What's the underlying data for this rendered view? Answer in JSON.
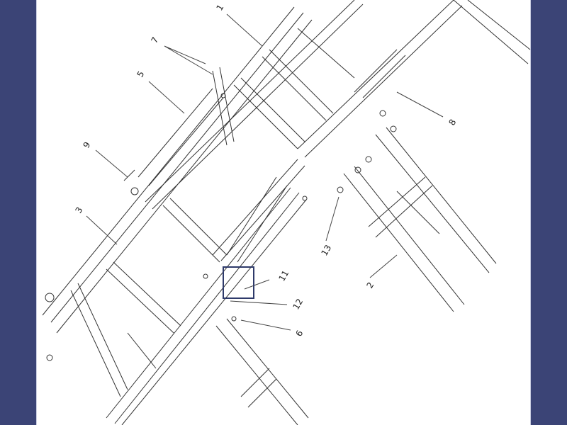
{
  "viewer": {
    "background_color": "#3b4476",
    "page_color": "#ffffff"
  },
  "drawing": {
    "callouts": [
      "1",
      "7",
      "5",
      "9",
      "3",
      "8",
      "13",
      "2",
      "11",
      "12",
      "6"
    ],
    "highlight_color": "#2e3a6a"
  }
}
